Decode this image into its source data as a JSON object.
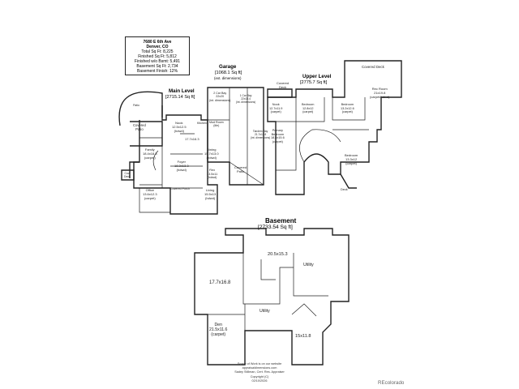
{
  "info_box": {
    "address_line1": "7680 E 6th Ave",
    "address_line2": "Denver, CO",
    "stats": [
      "Total Sq Ft: 8,225",
      "Finished Sq Ft: 5,812",
      "Finished w/o Bsmt: 5,491",
      "Basement Sq Ft: 2,734",
      "Basement Finish: 12%"
    ]
  },
  "levels": {
    "main": {
      "title": "Main Level",
      "area": "[2715.14 Sq ft]"
    },
    "garage": {
      "title": "Garage",
      "area": "[1068.1 Sq ft]",
      "note": "(ext. dimensions)"
    },
    "upper": {
      "title": "Upper Level",
      "area": "[2775.7 Sq ft]"
    },
    "basement": {
      "title": "Basement",
      "area": "[2733.54 Sq ft]"
    }
  },
  "rooms": {
    "patio": "Patio",
    "covered_patio_1": "Covered\nPatio",
    "nook_main": "Nook\n12.5x12.5\n(hdwd)",
    "kitchen": "Kitchen",
    "kitchen_dim": "17.7x16.3",
    "family": "Family\n18.4x18.3\n(carpet)",
    "foyer": "Foyer\n18.3x13.3\n(hdwd)",
    "dining": "Dining\n15.7x13.0\n(hdwd)",
    "mud_room": "Mud Room\n(tile)",
    "flex": "Flex\n13.5x11\n(hdwd)",
    "living": "Living\n15.5x13\n(hdwd)",
    "office": "Office\n13.6x12.3\n(carpet)",
    "covered_porch": "Covered Porch",
    "covered_patio_2": "Covered\nPatio",
    "cov_deck": "Cov.\nDeck",
    "car_bay_2": "2 Car Bay\n22x20\n(int. dimensions)",
    "car_bay_1": "1 Car Bay\n22x13.4\n(int. dimensions)",
    "tandem": "Tandem Bay\n21.7x11.8\n(int. dimensions)",
    "covered_deck_top": "Covered\nDeck",
    "nook_upper": "Nook\n12.7x11.9\n(carpet)",
    "bedroom_1": "Bedroom\n12.8x12\n(carpet)",
    "bedroom_2": "Bedroom\n13.2x12.6\n(carpet)",
    "rec_room": "Rec Room\n21x19.8\n(carpet/hdwd)",
    "covered_deck_big": "Covered Deck",
    "primary_bedroom": "Primary\nBedroom\n18.4x15.6\n(carpet)",
    "bedroom_3": "Bedroom\n13.3x12\n(carpet)",
    "deck": "Deck",
    "bsmt_room_1": "20.5x15.3",
    "bsmt_utility_1": "Utility",
    "bsmt_main": "17.7x16.8",
    "den": "Den\n21.5x11.6\n(carpet)",
    "bsmt_utility_2": "Utility",
    "bsmt_room_2": "15x11.8"
  },
  "footer": {
    "lines": [
      "Scope of Work is on our website",
      "appraisaldimensions.com",
      "Sadey Stillman, Cert. Res. Appraiser",
      "Copyright (C)",
      "02/10/2026"
    ]
  },
  "brand": "REcolorado"
}
